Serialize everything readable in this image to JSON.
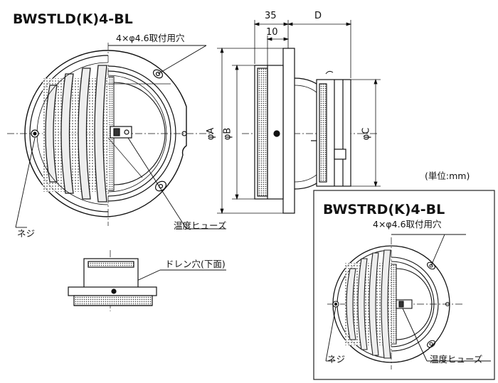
{
  "titles": {
    "main": "BWSTLD(K)4-BL",
    "inset": "BWSTRD(K)4-BL"
  },
  "labels": {
    "holes": "4×φ4.6取付用穴",
    "screw": "ネジ",
    "fuse": "温度ヒューズ",
    "drain": "ドレン穴(下面)",
    "unit": "(単位:mm)"
  },
  "dimensions": {
    "d35": "35",
    "d10": "10",
    "dD": "D",
    "phiA": "φA",
    "phiB": "φB",
    "phiC": "φC"
  },
  "inset_labels": {
    "holes": "4×φ4.6取付用穴",
    "screw": "ネジ",
    "fuse": "温度ヒューズ"
  }
}
